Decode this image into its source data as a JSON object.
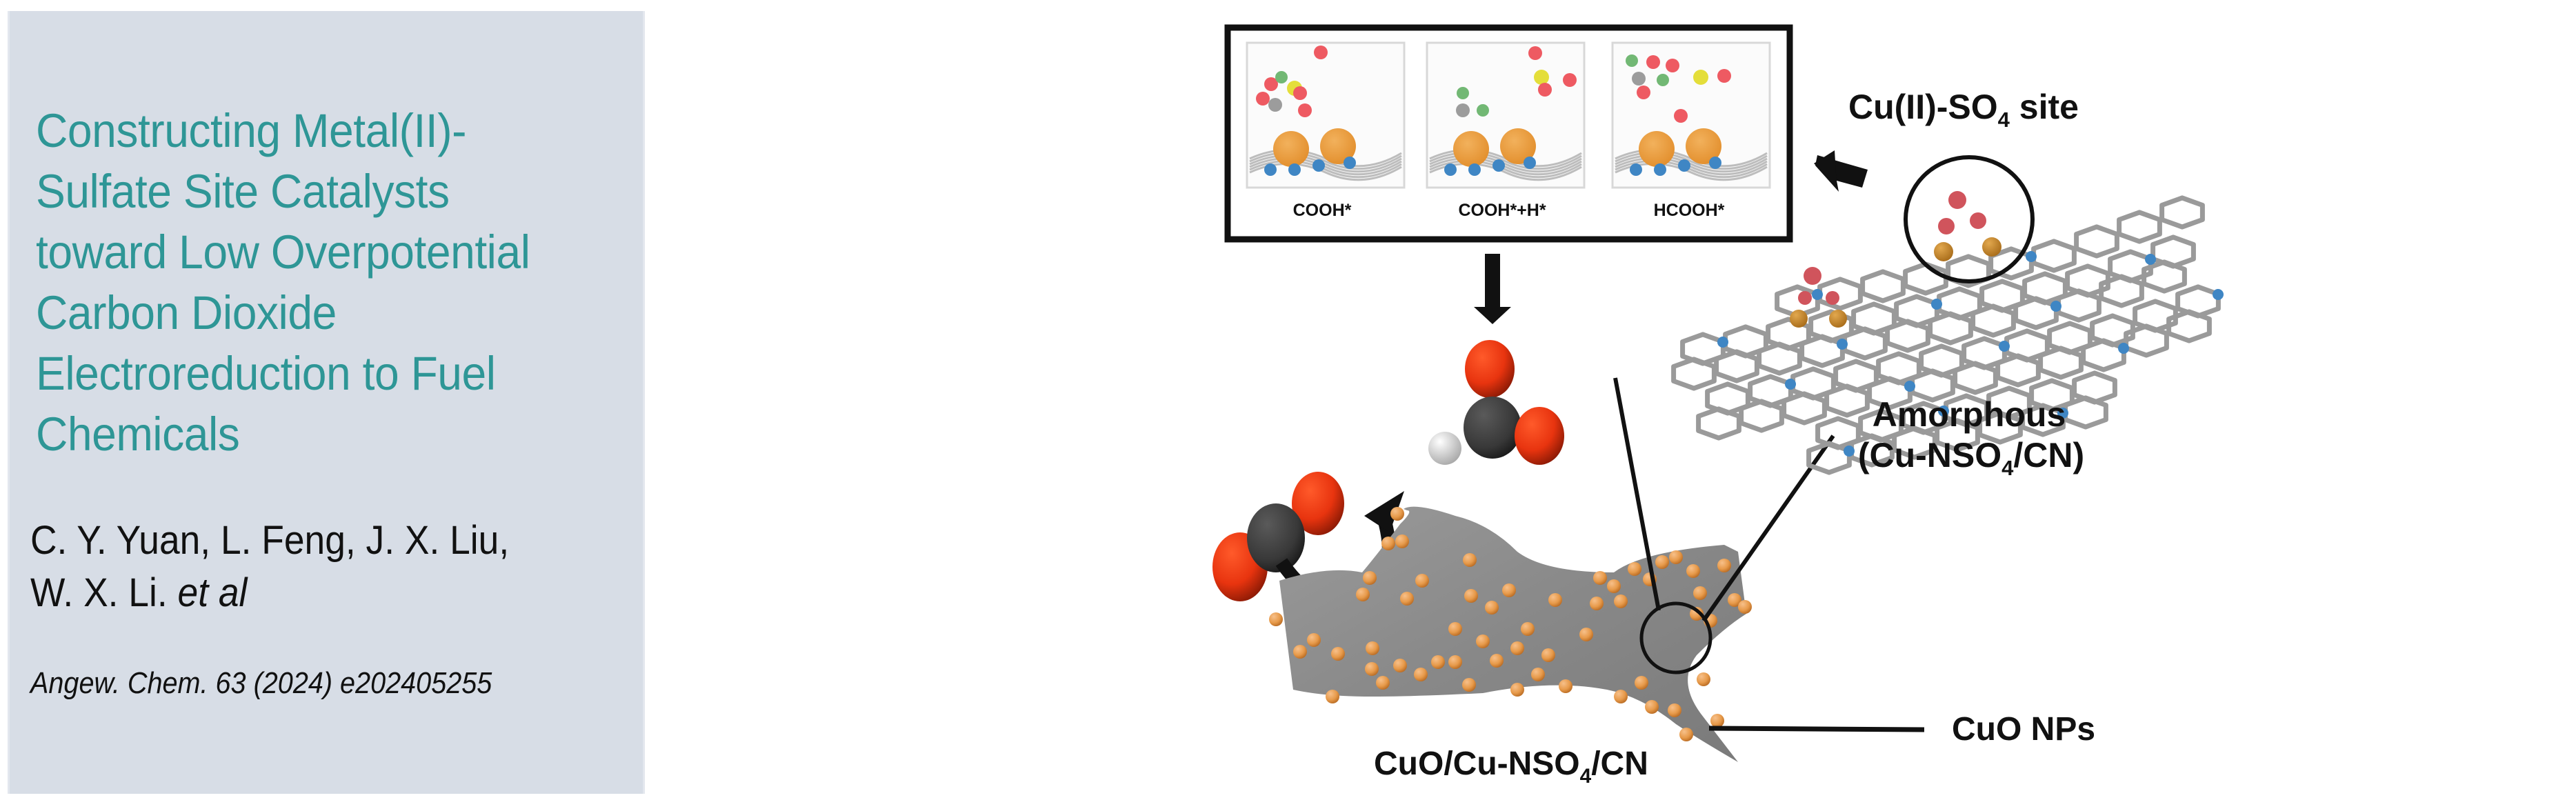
{
  "summary_card": {
    "title_lines": [
      "Constructing Metal(II)-",
      "Sulfate Site Catalysts",
      "toward Low Overpotential",
      "Carbon Dioxide",
      "Electroreduction to Fuel",
      "Chemicals"
    ],
    "authors_line1": "C. Y. Yuan, L. Feng, J. X. Liu,",
    "authors_line2": "W. X. Li.",
    "authors_etal": "et al",
    "citation": "Angew. Chem. 63 (2024) e202405255",
    "background_color": "#d7dde6",
    "title_color": "#2e9696"
  },
  "figure": {
    "inset_panels": [
      {
        "label": "COOH*"
      },
      {
        "label": "COOH*+H*"
      },
      {
        "label": "HCOOH*"
      }
    ],
    "site_label_main": "Cu(II)-SO",
    "site_label_sub": "4",
    "site_label_tail": " site",
    "amorphous_line1": "Amorphous",
    "amorphous_line2_a": "(Cu-NSO",
    "amorphous_line2_sub": "4",
    "amorphous_line2_b": "/CN)",
    "catalyst_label_a": "CuO/Cu-NSO",
    "catalyst_label_sub": "4",
    "catalyst_label_b": "/CN",
    "nanoparticle_label": "CuO NPs",
    "molecules": [
      "CO2",
      "HCOOH"
    ],
    "colors": {
      "oxygen": "#e8340f",
      "carbon": "#3a3a3a",
      "hydrogen": "#e6e6e6",
      "copper": "#e79a4a",
      "nitrogen": "#3f86c4",
      "sulfur": "#e4de3a",
      "sheet": "#8e8e8e"
    }
  }
}
